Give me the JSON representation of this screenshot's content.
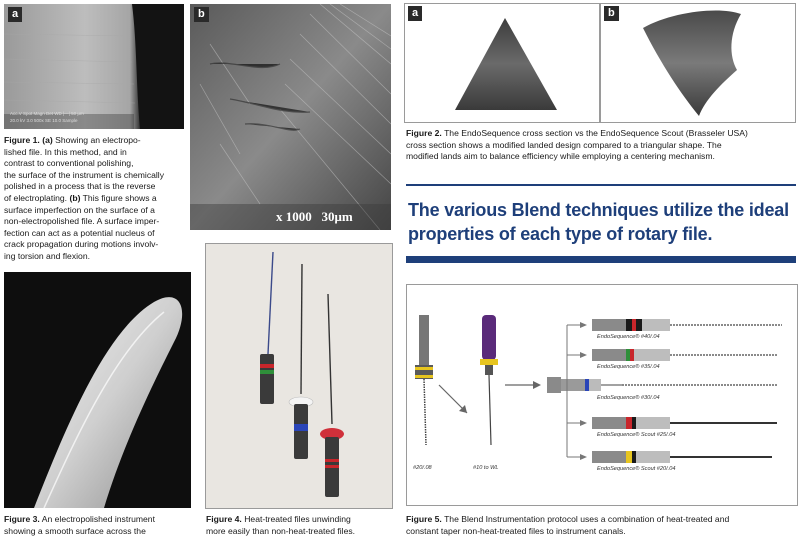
{
  "fig1": {
    "label_a": "a",
    "label_b": "b",
    "sem_a_info": "Acc.V  Spot Magn  Det WD |—| 50 μm",
    "sem_a_info2": "20.0 kV 3.0  500x  SE  10.0  Sample",
    "sem_b_scale": "x 1000   30μm",
    "caption_title": "Figure 1.",
    "caption_a": "(a)",
    "caption_l1": "Showing an electropo-",
    "caption_l2": "lished file. In this method, and in",
    "caption_l3": "contrast to conventional polishing,",
    "caption_l4": "the surface of the instrument is chemically",
    "caption_l5": "polished in a process that is the reverse",
    "caption_l6": "of electroplating.",
    "caption_b": "(b)",
    "caption_l6b": "This figure shows a",
    "caption_l7": "surface imperfection on the surface of a",
    "caption_l8": "non-electropolished file. A surface imper-",
    "caption_l9": "fection can act as a potential nucleus of",
    "caption_l10": "crack propagation during motions involv-",
    "caption_l11": "ing torsion and flexion."
  },
  "fig2": {
    "label_a": "a",
    "label_b": "b",
    "caption_title": "Figure 2.",
    "caption_l1": "The EndoSequence cross section vs the EndoSequence Scout (Brasseler USA)",
    "caption_l2": "cross section shows a modified landed design compared to a triangular shape. The",
    "caption_l3": "modified lands aim to balance efficiency while employing a centering mechanism."
  },
  "pullquote": {
    "line1": "The various Blend techniques utilize the ideal",
    "line2": "properties of each type of rotary file."
  },
  "fig3": {
    "caption_title": "Figure 3.",
    "caption_l1": "An electropolished instrument",
    "caption_l2": "showing a smooth surface across the"
  },
  "fig4": {
    "caption_title": "Figure 4.",
    "caption_l1": "Heat-treated files unwinding",
    "caption_l2": "more easily than non-heat-treated files."
  },
  "fig5": {
    "label_2008": "#20/.08",
    "label_10wl": "#10 to WL",
    "file1": "EndoSequence® #40/.04",
    "file2": "EndoSequence® #35/.04",
    "file3": "EndoSequence® #30/.04",
    "file4": "EndoSequence® Scout #25/.04",
    "file5": "EndoSequence® Scout #20/.04",
    "caption_title": "Figure 5.",
    "caption_l1": "The Blend Instrumentation protocol uses a combination of heat-treated and",
    "caption_l2": "constant taper non-heat-treated files to instrument canals."
  },
  "colors": {
    "navy": "#1e3f7a",
    "ring_red": "#c8262b",
    "ring_green": "#2f8f3a",
    "ring_black": "#1a1a1a",
    "ring_yellow": "#e7c51f",
    "ring_blue": "#2a45b8",
    "purple_handle": "#5a2a7a"
  }
}
